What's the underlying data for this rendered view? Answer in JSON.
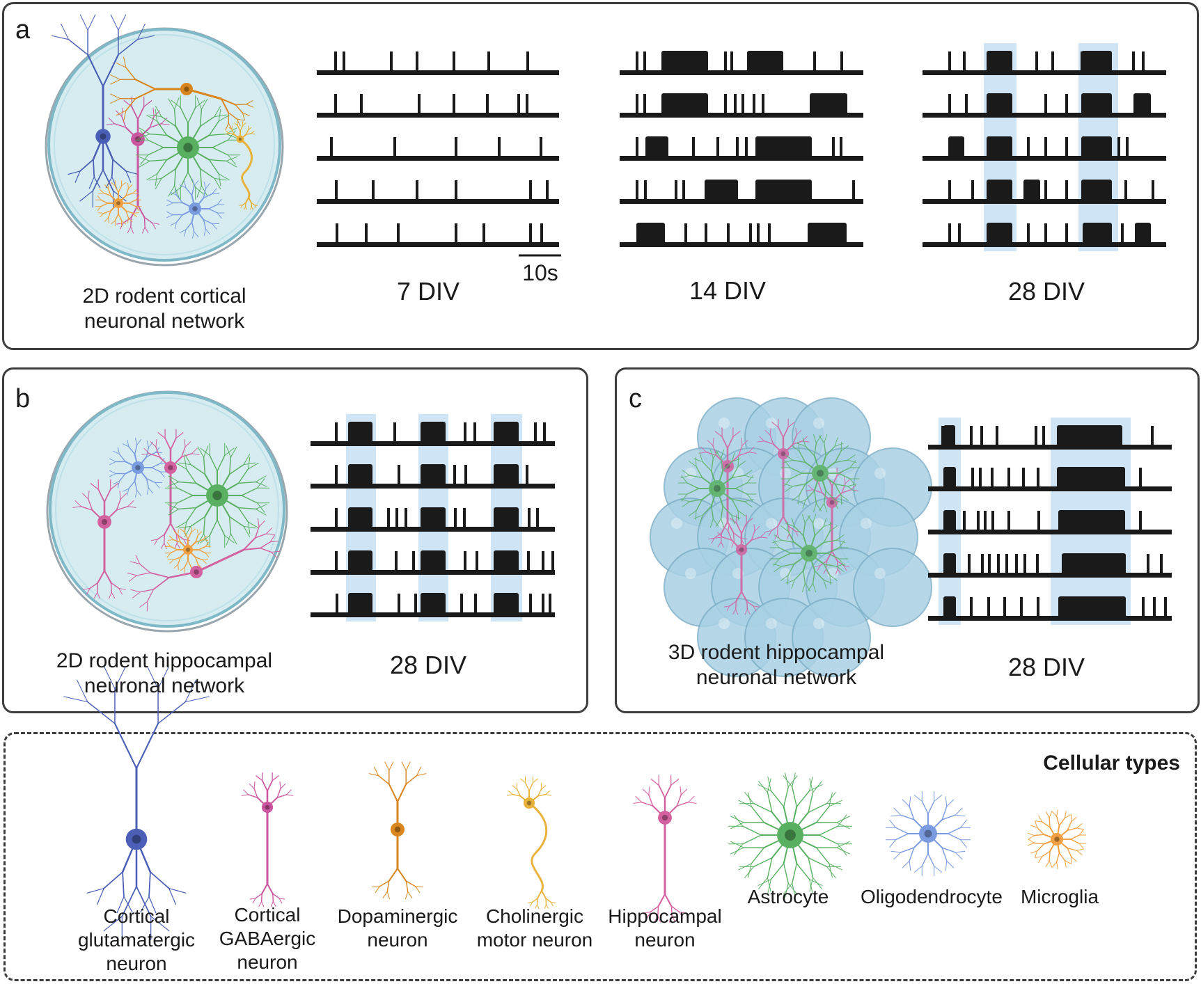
{
  "panels": {
    "a": {
      "letter": "a",
      "dish_label_line1": "2D rodent cortical",
      "dish_label_line2": "neuronal network",
      "div_labels": [
        "7 DIV",
        "14 DIV",
        "28 DIV"
      ],
      "scale_bar_label": "10s"
    },
    "b": {
      "letter": "b",
      "dish_label_line1": "2D rodent hippocampal",
      "dish_label_line2": "neuronal network",
      "div_label": "28 DIV"
    },
    "c": {
      "letter": "c",
      "culture_label_line1": "3D rodent hippocampal",
      "culture_label_line2": "neuronal network",
      "div_label": "28 DIV"
    }
  },
  "legend": {
    "title": "Cellular types",
    "items": [
      {
        "lines": [
          "Cortical",
          "glutamatergic",
          "neuron"
        ],
        "color": "#4a5fb5",
        "icon": "cortical-glutamatergic-neuron-icon"
      },
      {
        "lines": [
          "Cortical",
          "GABAergic",
          "neuron"
        ],
        "color": "#c9569e",
        "icon": "cortical-gabaergic-neuron-icon"
      },
      {
        "lines": [
          "Dopaminergic",
          "neuron"
        ],
        "color": "#d9861e",
        "icon": "dopaminergic-neuron-icon"
      },
      {
        "lines": [
          "Cholinergic",
          "motor neuron"
        ],
        "color": "#e9b23c",
        "icon": "cholinergic-motor-neuron-icon"
      },
      {
        "lines": [
          "Hippocampal",
          "neuron"
        ],
        "color": "#d3609f",
        "icon": "hippocampal-neuron-icon"
      },
      {
        "lines": [
          "Astrocyte"
        ],
        "color": "#58b060",
        "icon": "astrocyte-icon"
      },
      {
        "lines": [
          "Oligodendrocyte"
        ],
        "color": "#7a9be0",
        "icon": "oligodendrocyte-icon"
      },
      {
        "lines": [
          "Microglia"
        ],
        "color": "#f0a040",
        "icon": "microglia-icon"
      }
    ]
  },
  "colors": {
    "spike": "#1a1a1a",
    "burst_highlight": "#cfe5f6",
    "dish_fill": "#d6ecf1",
    "dish_rim": "#7fb9c8",
    "sphere_fill": "#a9d1e4",
    "border": "#3d3d3d"
  }
}
